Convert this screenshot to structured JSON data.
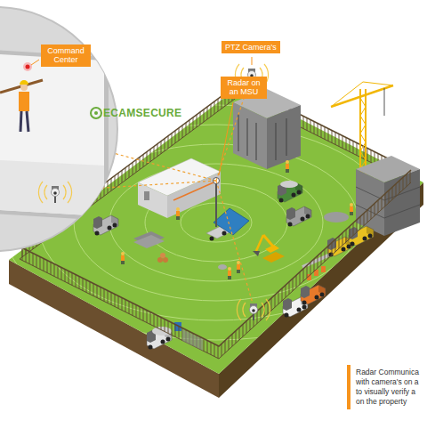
{
  "diagram": {
    "nodes": [
      {
        "text": [
          "Command Center"
        ]
      },
      {
        "text": [
          "PTZ Camera's"
        ]
      },
      {
        "text": [
          "Radar on an MSU"
        ]
      },
      {
        "text": [
          "Radar Communica with camera's on a to visually verify a on the property"
        ]
      }
    ],
    "labels": [
      "ECAMSECURE"
    ]
  }
}
